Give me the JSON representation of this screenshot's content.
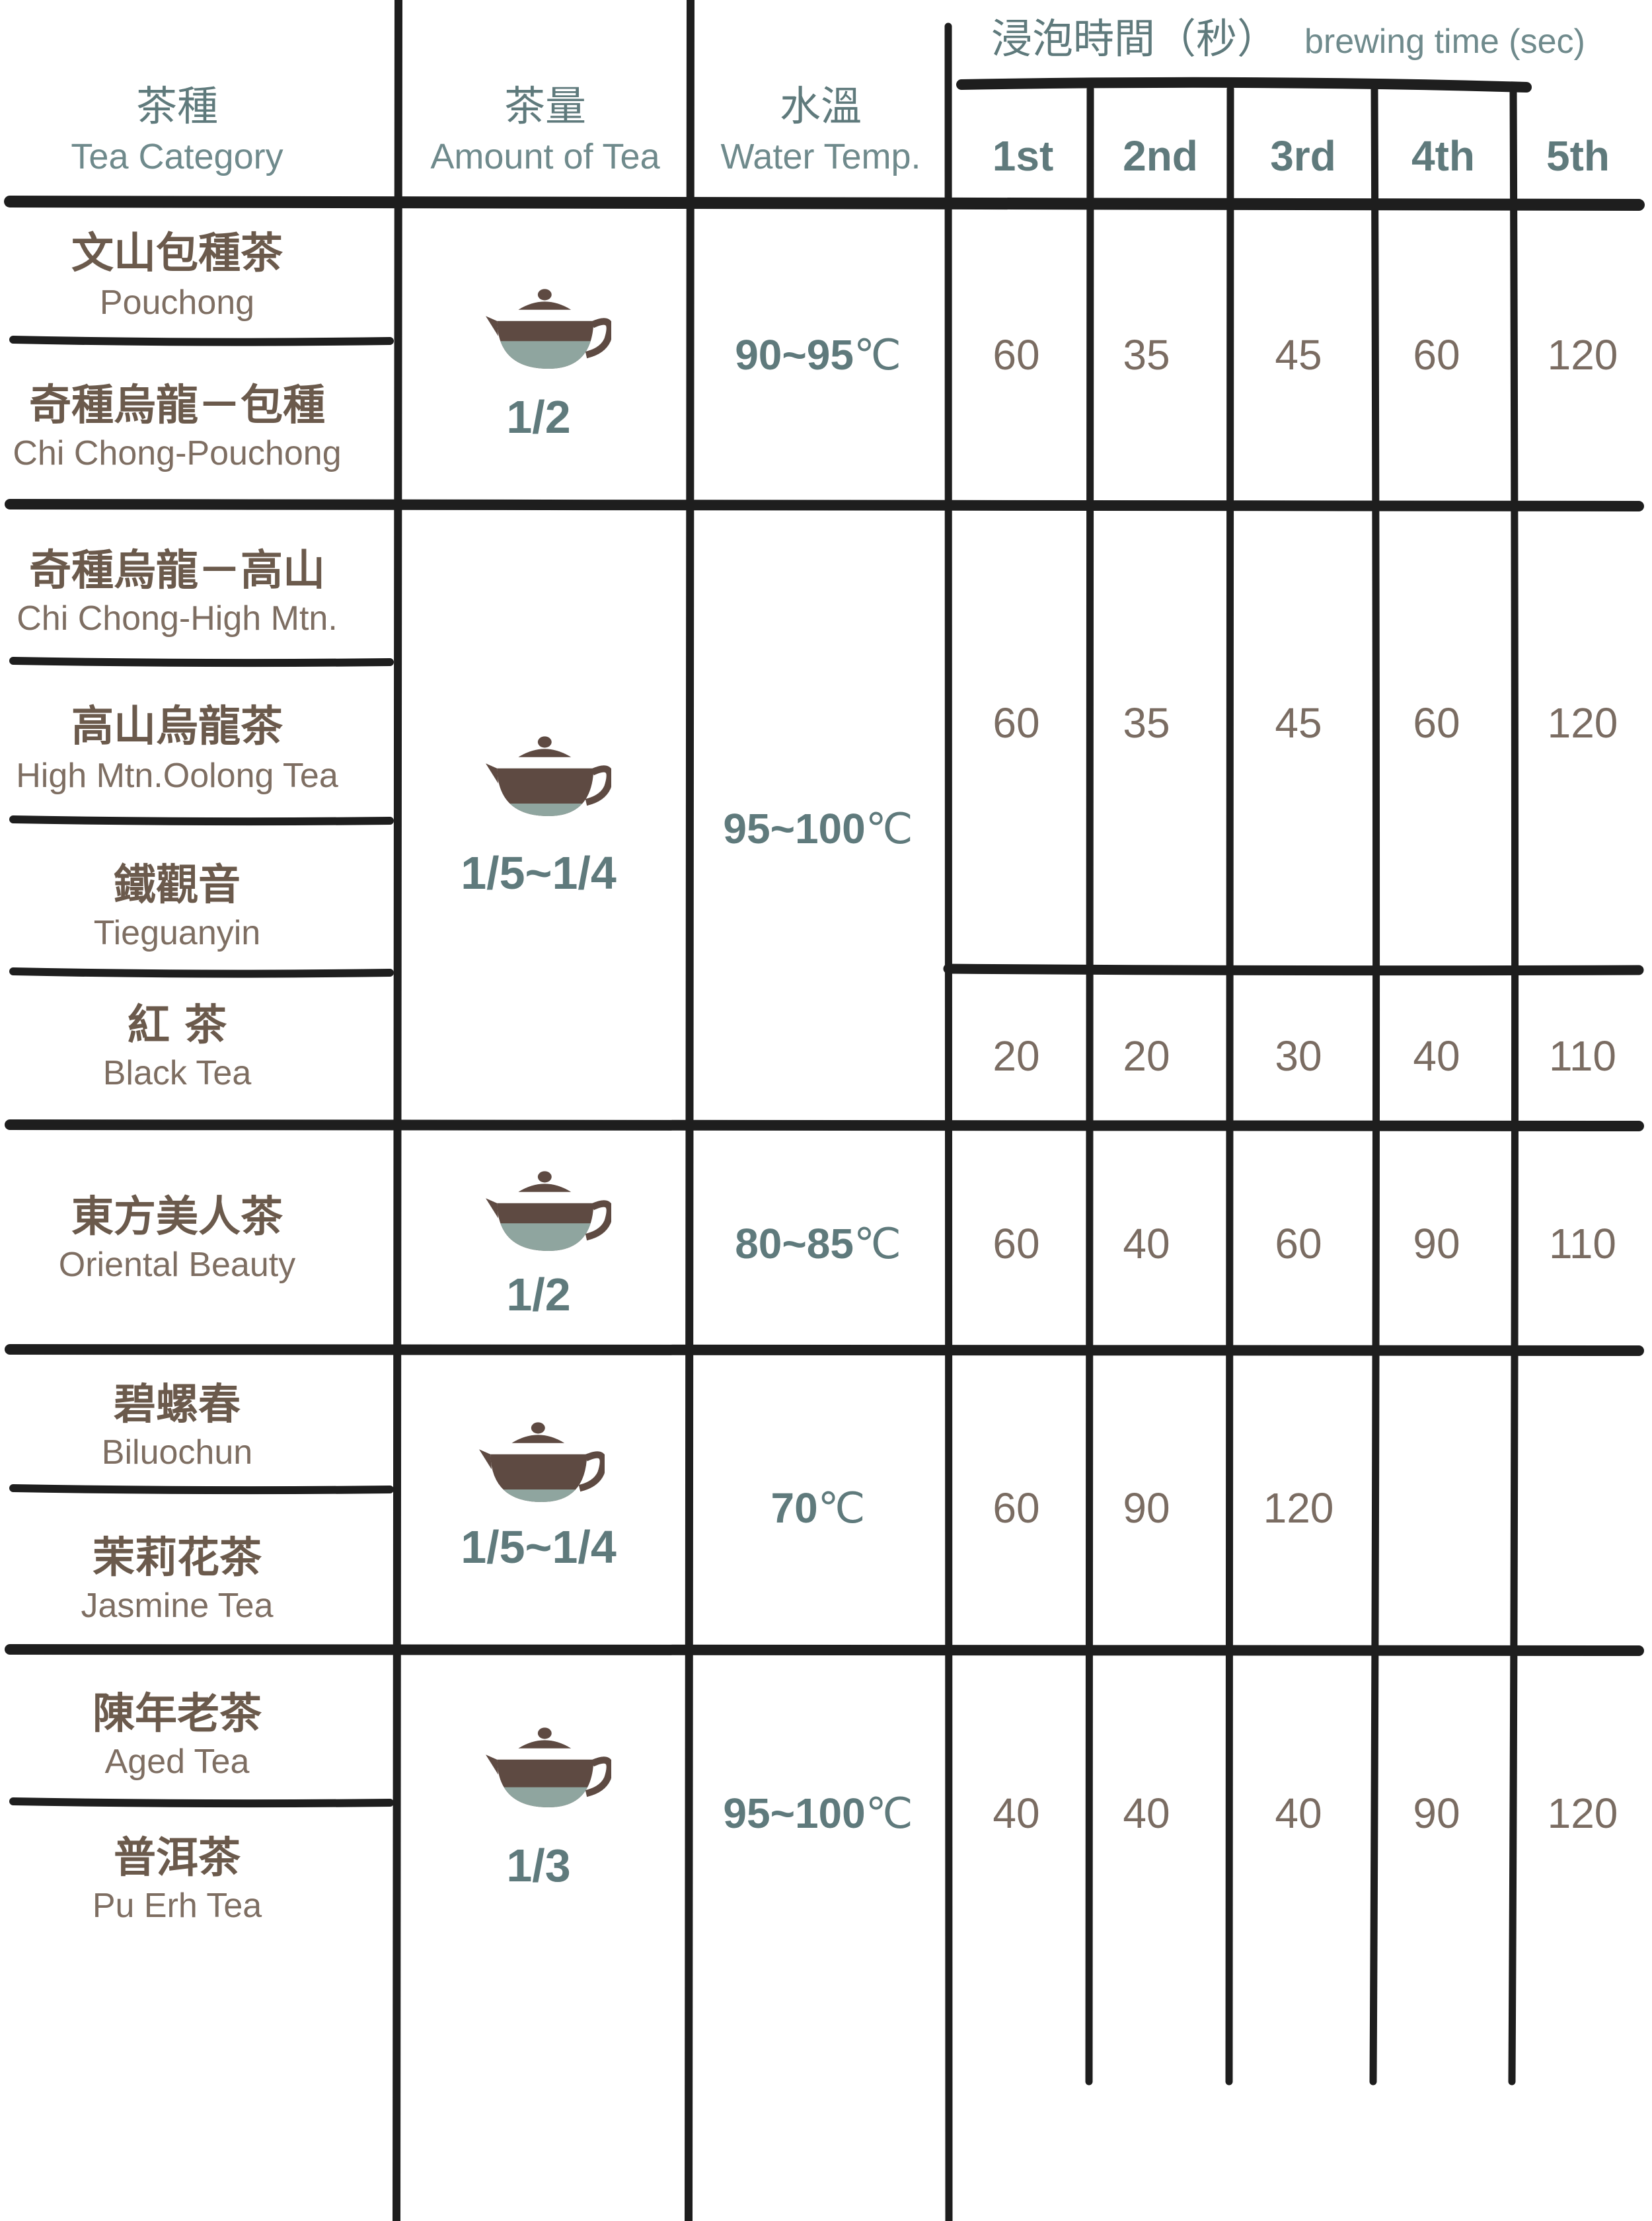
{
  "colors": {
    "ink": "#1e1e1e",
    "header_teal": "#5f7a7c",
    "category_brown": "#6b5a4c",
    "teapot_body": "#5e4a42",
    "tea_liquid": "#8fa59f"
  },
  "header": {
    "category_zh": "茶種",
    "category_en": "Tea Category",
    "amount_zh": "茶量",
    "amount_en": "Amount of Tea",
    "temp_zh": "水溫",
    "temp_en": "Water Temp.",
    "brewing_zh": "浸泡時間（秒）",
    "brewing_en": "brewing time (sec)",
    "steeps": [
      "1st",
      "2nd",
      "3rd",
      "4th",
      "5th"
    ]
  },
  "categories": [
    {
      "zh": "文山包種茶",
      "en": "Pouchong"
    },
    {
      "zh": "奇種烏龍－包種",
      "en": "Chi Chong-Pouchong"
    },
    {
      "zh": "奇種烏龍－高山",
      "en": "Chi Chong-High Mtn."
    },
    {
      "zh": "高山烏龍茶",
      "en": "High Mtn.Oolong Tea"
    },
    {
      "zh": "鐵觀音",
      "en": "Tieguanyin"
    },
    {
      "zh": "紅 茶",
      "en": "Black Tea"
    },
    {
      "zh": "東方美人茶",
      "en": "Oriental Beauty"
    },
    {
      "zh": "碧螺春",
      "en": "Biluochun"
    },
    {
      "zh": "茉莉花茶",
      "en": "Jasmine Tea"
    },
    {
      "zh": "陳年老茶",
      "en": "Aged Tea"
    },
    {
      "zh": "普洱茶",
      "en": "Pu Erh Tea"
    }
  ],
  "amounts": [
    {
      "label": "1/2",
      "icon": "teapot-icon",
      "fill": 0.5
    },
    {
      "label": "1/5~1/4",
      "icon": "teapot-icon",
      "fill": 0.22
    },
    {
      "label": "1/2",
      "icon": "teapot-icon",
      "fill": 0.5
    },
    {
      "label": "1/5~1/4",
      "icon": "teapot-icon",
      "fill": 0.22
    },
    {
      "label": "1/3",
      "icon": "teapot-icon",
      "fill": 0.33
    }
  ],
  "temps": [
    {
      "value": "90~95",
      "unit": "℃"
    },
    {
      "value": "95~100",
      "unit": "℃"
    },
    {
      "value": "80~85",
      "unit": "℃"
    },
    {
      "value": "70",
      "unit": "℃"
    },
    {
      "value": "95~100",
      "unit": "℃"
    }
  ],
  "times": [
    [
      "60",
      "35",
      "45",
      "60",
      "120"
    ],
    [
      "60",
      "35",
      "45",
      "60",
      "120"
    ],
    [
      "20",
      "20",
      "30",
      "40",
      "110"
    ],
    [
      "60",
      "40",
      "60",
      "90",
      "110"
    ],
    [
      "60",
      "90",
      "120",
      "",
      ""
    ],
    [
      "40",
      "40",
      "40",
      "90",
      "120"
    ]
  ]
}
